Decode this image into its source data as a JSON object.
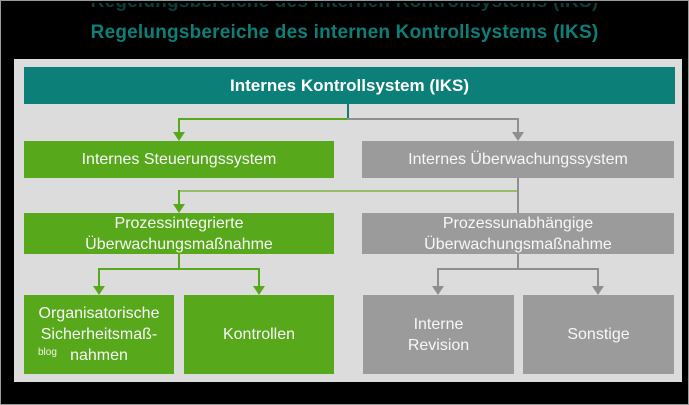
{
  "title": "Regelungsbereiche des internen Kontrollsystems (IKS)",
  "watermark": "blog",
  "colors": {
    "background": "#000000",
    "frame_border": "#9a9a9a",
    "panel_background": "#dcdcdc",
    "teal_box": "#0b7f78",
    "title_text": "#0d7f78",
    "green_box": "#58a81c",
    "gray_box": "#9b9b9b",
    "green_connector": "#58a81c",
    "light_green_connector": "#96bb69",
    "gray_connector": "#8f8f8f",
    "node_text": "#ffffff"
  },
  "diagram": {
    "root": {
      "label": "Internes Kontrollsystem (IKS)"
    },
    "level2": [
      {
        "label": "Internes Steuerungssystem",
        "variant": "green"
      },
      {
        "label": "Internes Überwachungssystem",
        "variant": "gray"
      }
    ],
    "level3": [
      {
        "lines": [
          "Prozessintegrierte",
          "Überwachungsmaßnahme"
        ],
        "variant": "green"
      },
      {
        "lines": [
          "Prozessunabhängige",
          "Überwachungsmaßnahme"
        ],
        "variant": "gray"
      }
    ],
    "level4": [
      {
        "lines": [
          "Organisatorische",
          "Sicherheitsmaß-",
          "nahmen"
        ],
        "variant": "green"
      },
      {
        "lines": [
          "Kontrollen"
        ],
        "variant": "green"
      },
      {
        "lines": [
          "Interne",
          "Revision"
        ],
        "variant": "gray"
      },
      {
        "lines": [
          "Sonstige"
        ],
        "variant": "gray"
      }
    ]
  }
}
